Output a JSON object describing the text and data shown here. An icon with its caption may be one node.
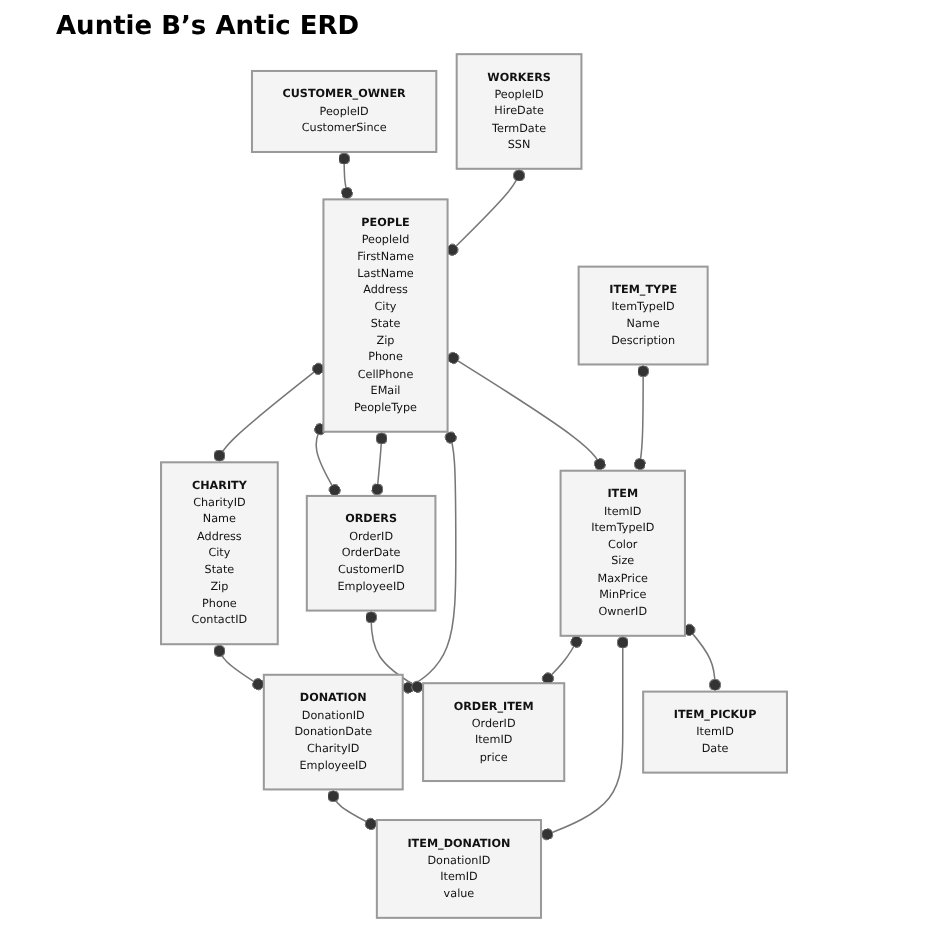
{
  "diagram": {
    "title": "Auntie B’s Antic ERD",
    "nodes": [
      {
        "text": [
          "CUSTOMER_OWNER",
          "PeopleID",
          "CustomerSince"
        ]
      },
      {
        "text": [
          "PEOPLE",
          "PeopleId",
          "FirstName",
          "LastName",
          "Address",
          "City",
          "State",
          "Zip",
          "Phone",
          "CellPhone",
          "EMail",
          "PeopleType"
        ]
      },
      {
        "text": [
          "CHARITY",
          "CharityID",
          "Name",
          "Address",
          "City",
          "State",
          "Zip",
          "Phone",
          "ContactID"
        ]
      },
      {
        "text": [
          "WORKERS",
          "PeopleID",
          "HireDate",
          "TermDate",
          "SSN"
        ]
      },
      {
        "text": [
          "ORDERS",
          "OrderID",
          "OrderDate",
          "CustomerID",
          "EmployeeID"
        ]
      },
      {
        "text": [
          "ITEM",
          "ItemID",
          "ItemTypeID",
          "Color",
          "Size",
          "MaxPrice",
          "MinPrice",
          "OwnerID"
        ]
      },
      {
        "text": [
          "DONATION",
          "DonationID",
          "DonationDate",
          "CharityID",
          "EmployeeID"
        ]
      },
      {
        "text": [
          "ORDER_ITEM",
          "OrderID",
          "ItemID",
          "price"
        ]
      },
      {
        "text": [
          "ITEM_DONATION",
          "DonationID",
          "ItemID",
          "value"
        ]
      },
      {
        "text": [
          "ITEM_TYPE",
          "ItemTypeID",
          "Name",
          "Description"
        ]
      },
      {
        "text": [
          "ITEM_PICKUP",
          "ItemID",
          "Date"
        ]
      }
    ],
    "edges": [
      {
        "from": 0,
        "to": 1,
        "arrow": "other"
      },
      {
        "from": 3,
        "to": 1,
        "arrow": "other"
      },
      {
        "from": 1,
        "to": 2,
        "arrow": "other"
      },
      {
        "from": 1,
        "to": 4,
        "arrow": "other"
      },
      {
        "from": 1,
        "to": 4,
        "arrow": "other"
      },
      {
        "from": 1,
        "to": 6,
        "arrow": "other"
      },
      {
        "from": 1,
        "to": 5,
        "arrow": "other"
      },
      {
        "from": 2,
        "to": 6,
        "arrow": "other"
      },
      {
        "from": 4,
        "to": 7,
        "arrow": "other"
      },
      {
        "from": 5,
        "to": 7,
        "arrow": "other"
      },
      {
        "from": 5,
        "to": 8,
        "arrow": "other"
      },
      {
        "from": 6,
        "to": 8,
        "arrow": "other"
      },
      {
        "from": 9,
        "to": 5,
        "arrow": "other"
      },
      {
        "from": 5,
        "to": 10,
        "arrow": "other"
      }
    ]
  }
}
